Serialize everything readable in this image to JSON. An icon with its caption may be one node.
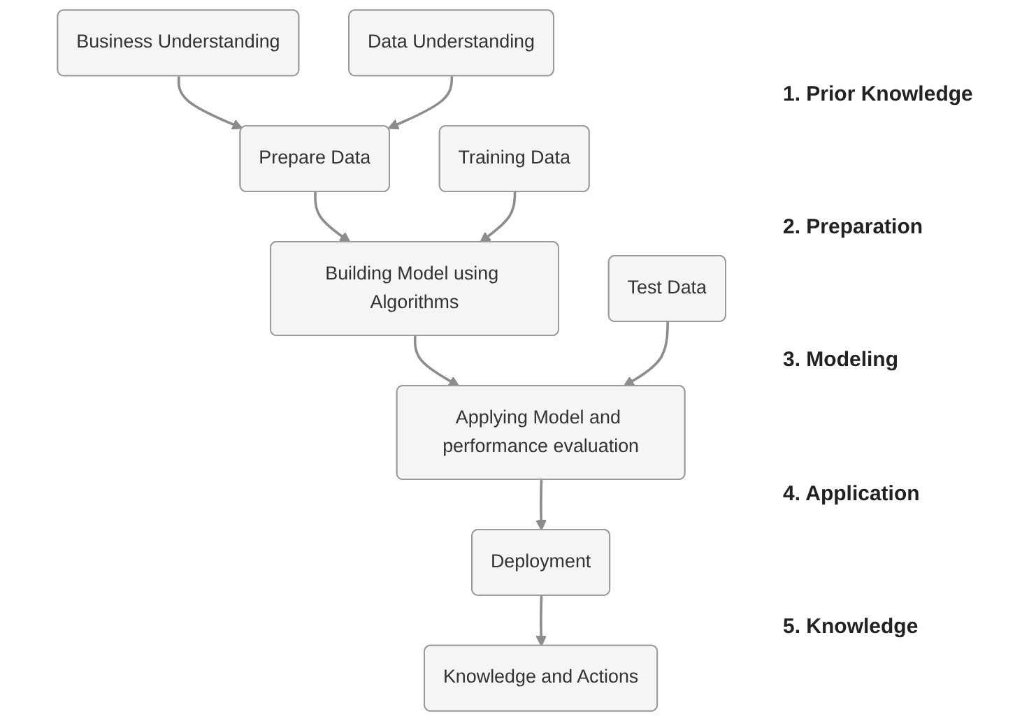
{
  "diagram": {
    "nodes": [
      {
        "text": [
          "Business Understanding"
        ]
      },
      {
        "text": [
          "Data Understanding"
        ]
      },
      {
        "text": [
          "Prepare Data"
        ]
      },
      {
        "text": [
          "Training Data"
        ]
      },
      {
        "text": [
          "Building Model using Algorithms"
        ]
      },
      {
        "text": [
          "Test Data"
        ]
      },
      {
        "text": [
          "Applying Model and performance evaluation"
        ]
      },
      {
        "text": [
          "Deployment"
        ]
      },
      {
        "text": [
          "Knowledge and Actions"
        ]
      }
    ],
    "edges": [
      {
        "from": 0,
        "to": 2,
        "arrow": "to"
      },
      {
        "from": 1,
        "to": 2,
        "arrow": "to"
      },
      {
        "from": 2,
        "to": 4,
        "arrow": "to"
      },
      {
        "from": 3,
        "to": 4,
        "arrow": "to"
      },
      {
        "from": 4,
        "to": 6,
        "arrow": "to"
      },
      {
        "from": 5,
        "to": 6,
        "arrow": "to"
      },
      {
        "from": 6,
        "to": 7,
        "arrow": "to"
      },
      {
        "from": 7,
        "to": 8,
        "arrow": "to"
      }
    ],
    "labels": [
      "1. Prior Knowledge",
      "2. Preparation",
      "3. Modeling",
      "4. Application",
      "5. Knowledge"
    ]
  }
}
